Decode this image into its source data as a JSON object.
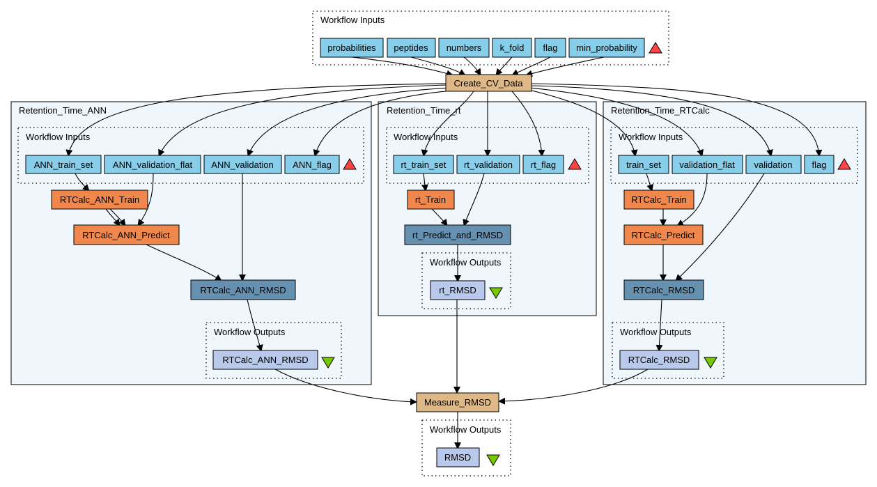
{
  "colors": {
    "input": "#87ceeb",
    "processor": "#deb887",
    "service": "#f0884d",
    "rmsd": "#6690af",
    "output": "#b8c9ec",
    "cluster_fill": "#eff6fc",
    "input_marker": "#ff4545",
    "output_marker": "#78c800"
  },
  "icons": {
    "input_marker": "red-up-triangle-icon",
    "output_marker": "green-down-triangle-icon"
  },
  "top_inputs": {
    "label": "Workflow Inputs",
    "ports": [
      "probabilities",
      "peptides",
      "numbers",
      "k_fold",
      "flag",
      "min_probability"
    ]
  },
  "create_cv": "Create_CV_Data",
  "ann": {
    "title": "Retention_Time_ANN",
    "inputs_label": "Workflow Inputs",
    "ports": [
      "ANN_train_set",
      "ANN_validation_flat",
      "ANN_validation",
      "ANN_flag"
    ],
    "train": "RTCalc_ANN_Train",
    "predict": "RTCalc_ANN_Predict",
    "rmsd": "RTCalc_ANN_RMSD",
    "outputs_label": "Workflow Outputs",
    "output": "RTCalc_ANN_RMSD"
  },
  "rt": {
    "title": "Retention_Time_rt",
    "inputs_label": "Workflow Inputs",
    "ports": [
      "rt_train_set",
      "rt_validation",
      "rt_flag"
    ],
    "train": "rt_Train",
    "predict": "rt_Predict_and_RMSD",
    "outputs_label": "Workflow Outputs",
    "output": "rt_RMSD"
  },
  "rtcalc": {
    "title": "Retention_Time_RTCalc",
    "inputs_label": "Workflow Inputs",
    "ports": [
      "train_set",
      "validation_flat",
      "validation",
      "flag"
    ],
    "train": "RTCalc_Train",
    "predict": "RTCalc_Predict",
    "rmsd": "RTCalc_RMSD",
    "outputs_label": "Workflow Outputs",
    "output": "RTCalc_RMSD"
  },
  "measure": "Measure_RMSD",
  "final_outputs": {
    "label": "Workflow Outputs",
    "output": "RMSD"
  }
}
